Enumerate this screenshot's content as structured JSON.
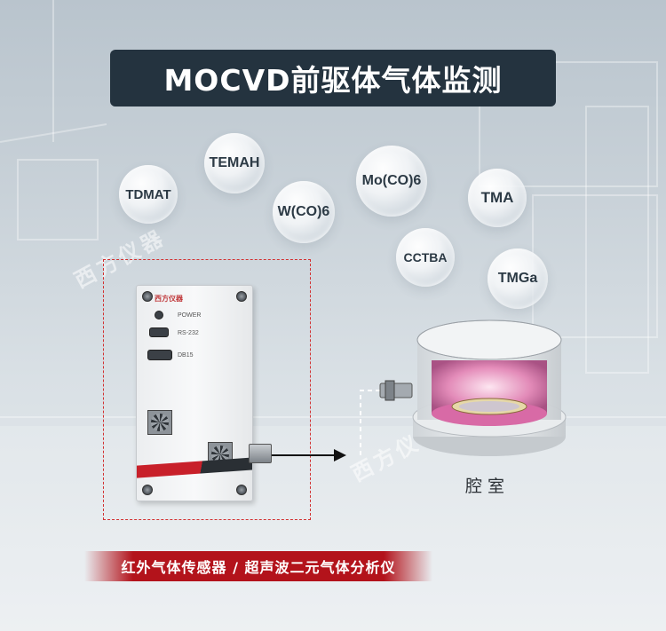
{
  "title": "MOCVD前驱体气体监测",
  "bubbles": [
    {
      "label": "TDMAT"
    },
    {
      "label": "TEMAH"
    },
    {
      "label": "W(CO)6"
    },
    {
      "label": "Mo(CO)6"
    },
    {
      "label": "TMA"
    },
    {
      "label": "CCTBA"
    },
    {
      "label": "TMGa"
    }
  ],
  "device": {
    "brand": "西方仪器",
    "ports": [
      "POWER",
      "RS-232",
      "DB15"
    ]
  },
  "chamber_label": "腔室",
  "banner": "红外气体传感器 / 超声波二元气体分析仪",
  "watermark": "西方仪器",
  "colors": {
    "title_bg": "#24333f",
    "accent_red": "#b3131b",
    "chamber_glow": "#e37bb0",
    "dashed_border": "#d23030"
  }
}
